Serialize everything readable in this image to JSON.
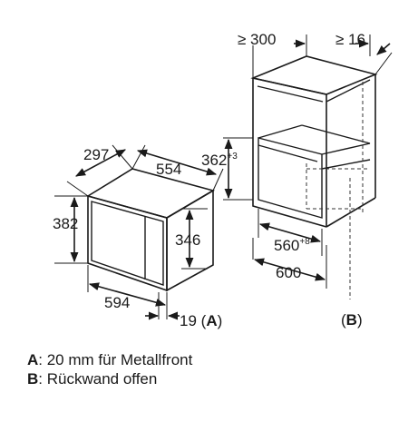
{
  "microwave": {
    "depth": "297",
    "width_top": "554",
    "height": "382",
    "inner_height": "346",
    "front_width": "594",
    "front_offset": "19",
    "front_offset_ref": "A"
  },
  "niche": {
    "min_top": "≥ 300",
    "min_side": "≥ 16",
    "opening_height": "362",
    "opening_height_tol": "+3",
    "opening_width": "560",
    "opening_width_tol": "+8",
    "depth": "600",
    "ref": "B"
  },
  "legend": [
    {
      "key": "A",
      "text": ": 20 mm für Metallfront"
    },
    {
      "key": "B",
      "text": ": Rückwand offen"
    }
  ],
  "colors": {
    "line": "#1a1a1a",
    "dashed": "#333333",
    "background": "#ffffff"
  }
}
